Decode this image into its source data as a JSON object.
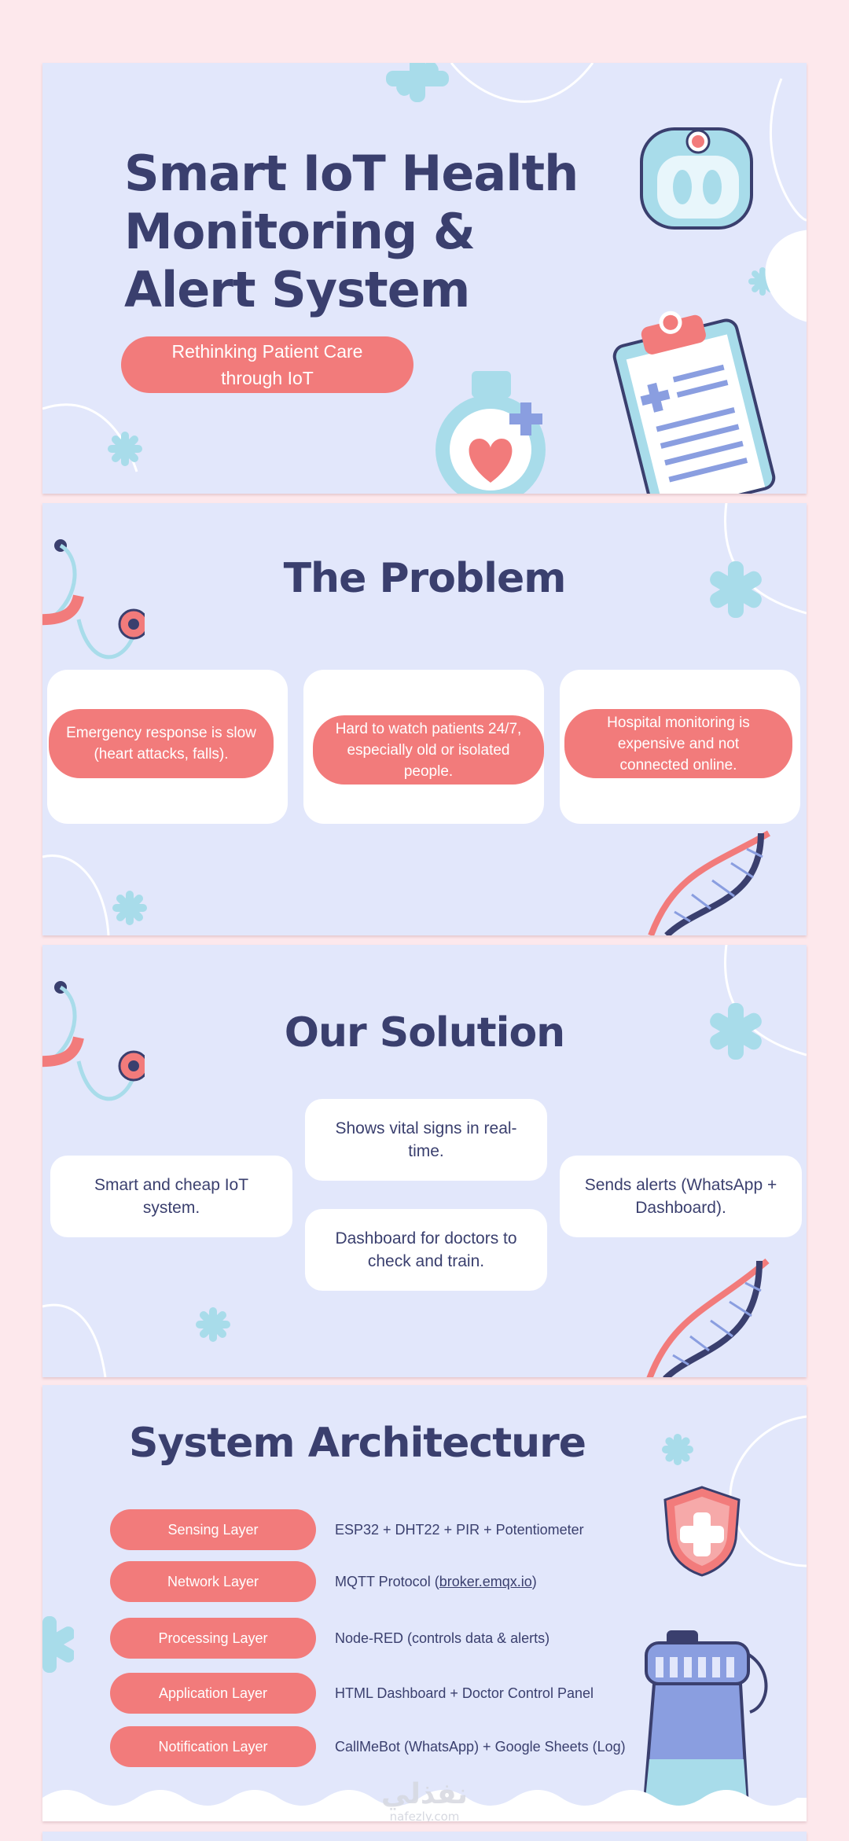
{
  "slide1": {
    "title": "Smart IoT Health Monitoring & Alert System",
    "subtitle": "Rethinking Patient Care through IoT"
  },
  "slide2": {
    "title": "The Problem",
    "problems": [
      "Emergency response is slow (heart attacks, falls).",
      "Hard to watch patients 24/7, especially old or isolated people.",
      "Hospital monitoring is expensive and not connected online."
    ]
  },
  "slide3": {
    "title": "Our Solution",
    "points": [
      "Smart and cheap IoT system.",
      "Shows vital signs in real-time.",
      "Dashboard for doctors to check and train.",
      "Sends alerts (WhatsApp + Dashboard)."
    ]
  },
  "slide4": {
    "title": "System Architecture",
    "layers": [
      {
        "name": "Sensing Layer",
        "desc": "ESP32 + DHT22 + PIR + Potentiometer"
      },
      {
        "name": "Network Layer",
        "desc_prefix": "MQTT Protocol (",
        "desc_link": "broker.emqx.io",
        "desc_suffix": ")"
      },
      {
        "name": "Processing Layer",
        "desc": "Node-RED (controls data & alerts)"
      },
      {
        "name": "Application Layer",
        "desc": "HTML Dashboard + Doctor Control Panel"
      },
      {
        "name": "Notification Layer",
        "desc": "CallMeBot (WhatsApp) + Google Sheets (Log)"
      }
    ]
  },
  "watermark": {
    "arabic": "نفذلي",
    "latin": "nafezly.com"
  },
  "colors": {
    "background": "#fde8ec",
    "slide": "#e2e7fb",
    "accent": "#f27b7b",
    "title": "#3a3f6e",
    "teal": "#a8dcea"
  },
  "icons": [
    "asterisk-icon",
    "scale-icon",
    "clipboard-icon",
    "stopwatch-icon",
    "stethoscope-icon",
    "dna-icon",
    "shield-cross-icon",
    "water-bottle-icon"
  ]
}
